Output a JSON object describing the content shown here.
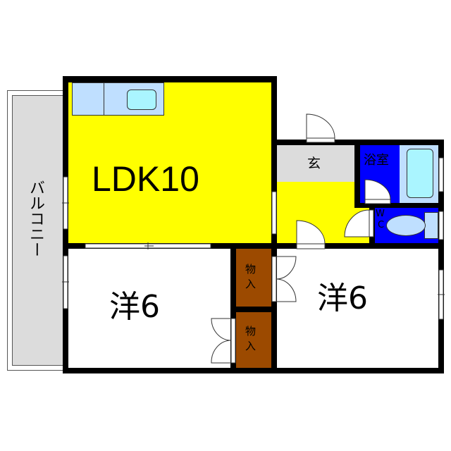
{
  "floorplan": {
    "colors": {
      "ldk": "#ffff00",
      "bath": "#0000ff",
      "genkan": "#dcdcdc",
      "balcony": "#dcdcdc",
      "closet": "#9c4a00",
      "kitchen_counter": "#bfdfff",
      "sink": "#aaf5ff",
      "wall": "#000000",
      "bedroom": "#ffffff"
    },
    "rooms": {
      "ldk": {
        "label": "LDK10"
      },
      "western_room_left": {
        "label": "洋6"
      },
      "western_room_right": {
        "label": "洋6"
      },
      "genkan": {
        "label": "玄"
      },
      "bathroom": {
        "label": "浴室"
      },
      "toilet": {
        "label_line1": "W",
        "label_line2": "C"
      },
      "closet_upper": {
        "label_line1": "物",
        "label_line2": "入"
      },
      "closet_lower": {
        "label_line1": "物",
        "label_line2": "入"
      },
      "balcony": {
        "label": "バルコニー"
      }
    }
  }
}
